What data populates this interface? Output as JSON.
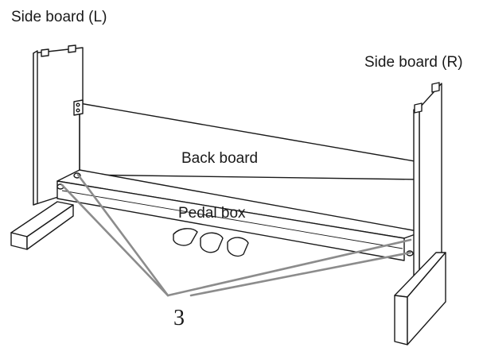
{
  "labels": {
    "side_board_left": "Side board (L)",
    "side_board_right": "Side board (R)",
    "back_board": "Back board",
    "pedal_box": "Pedal box",
    "screw_callout": "3"
  },
  "colors": {
    "outline": "#1a1a1a",
    "leader_line": "#8c8c8c",
    "fill": "#ffffff"
  }
}
